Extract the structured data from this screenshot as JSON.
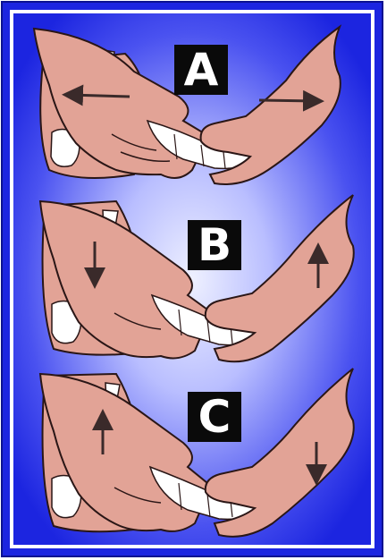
{
  "figure": {
    "panels": [
      {
        "id": "a",
        "label": "A",
        "motion": "horizontal-apart"
      },
      {
        "id": "b",
        "label": "B",
        "motion": "vertical-opposed"
      },
      {
        "id": "c",
        "label": "C",
        "motion": "vertical-reversed"
      }
    ]
  },
  "colors": {
    "background_outer": "#1c25e0",
    "background_center": "#e6e8ff",
    "border": "#ffffff",
    "skin": "#e2a396",
    "skin_outline": "#2a1616",
    "bone": "#ffffff",
    "arrow": "#3a2a2a",
    "label_box": "#0a0a0a",
    "label_text": "#ffffff"
  },
  "icons": [
    "left-arrow-icon",
    "right-arrow-icon",
    "down-arrow-icon",
    "up-arrow-icon"
  ]
}
